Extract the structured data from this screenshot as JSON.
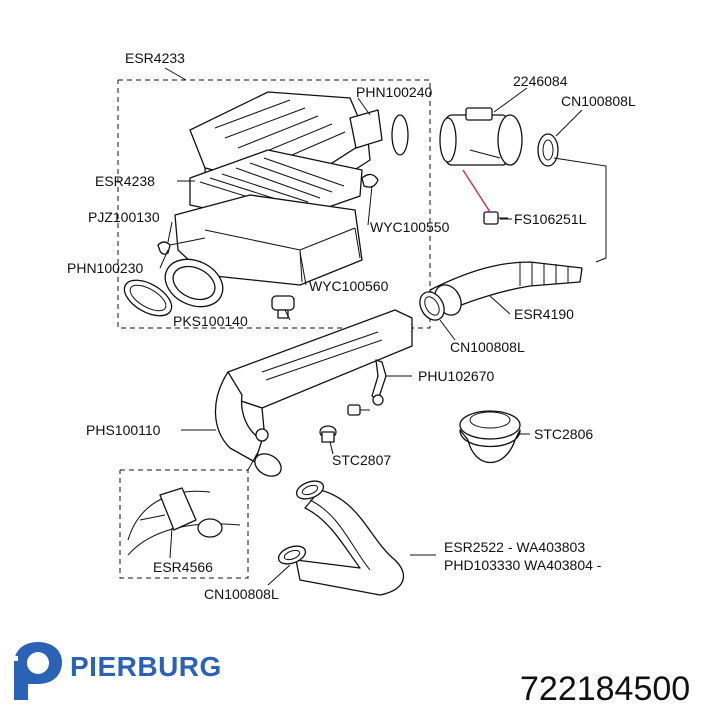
{
  "labels": {
    "esr4233": "ESR4233",
    "phn100240": "PHN100240",
    "p2246084": "2246084",
    "cn100808l_top": "CN100808L",
    "esr4238": "ESR4238",
    "fs106251l": "FS106251L",
    "pjz100130": "PJZ100130",
    "wyc100550": "WYC100550",
    "phn100230": "PHN100230",
    "wyc100560": "WYC100560",
    "pks100140": "PKS100140",
    "esr4190": "ESR4190",
    "cn100808l_mid": "CN100808L",
    "phu102670": "PHU102670",
    "phs100110": "PHS100110",
    "stc2806": "STC2806",
    "stc2807": "STC2807",
    "esr2522": "ESR2522 - WA403803",
    "phd103330": "PHD103330 WA403804 -",
    "esr4566": "ESR4566",
    "cn100808l_bottom": "CN100808L"
  },
  "brand": {
    "name": "PIERBURG",
    "color": "#2b62b5",
    "logo_icon": "pierburg-p-logo-icon"
  },
  "part_number": "722184500"
}
